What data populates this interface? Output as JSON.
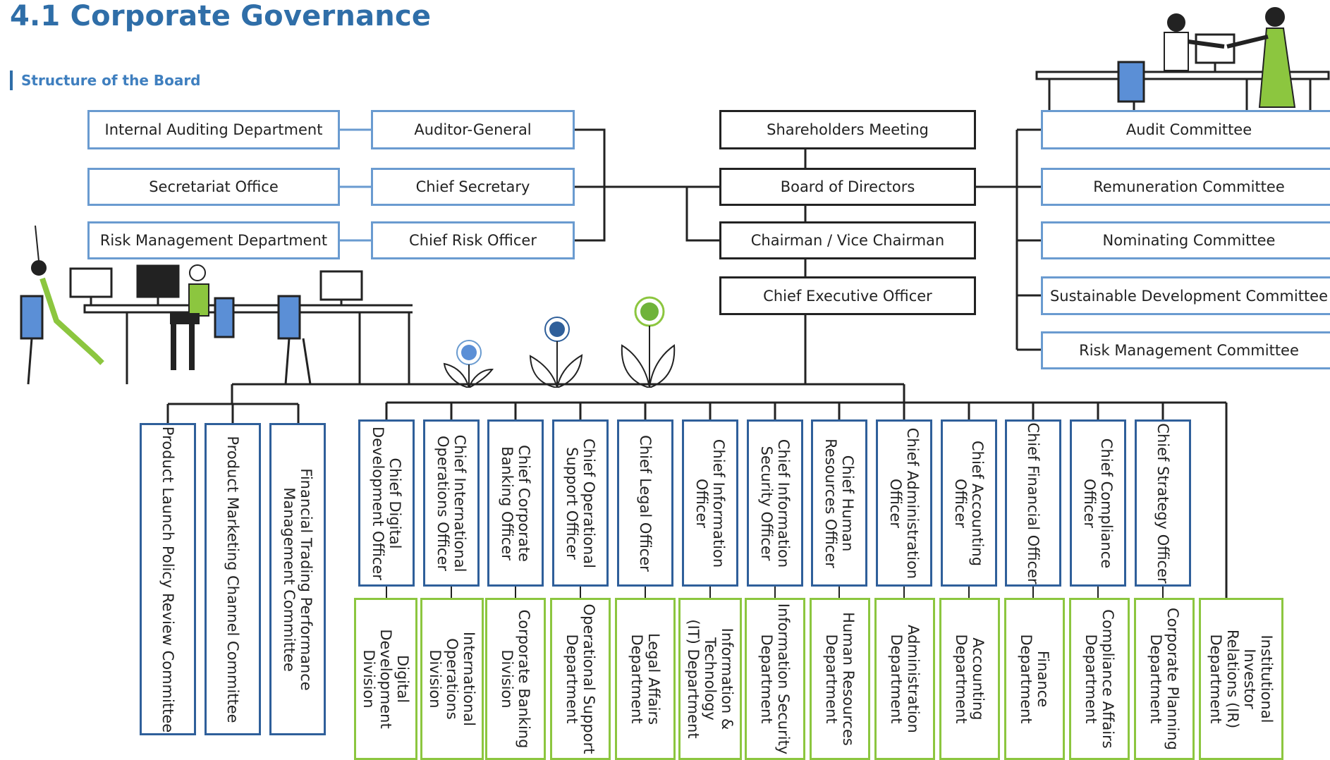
{
  "title": "4.1 Corporate Governance",
  "subtitle": "Structure of the Board",
  "left_departments": [
    "Internal Auditing Department",
    "Secretariat Office",
    "Risk Management Department"
  ],
  "left_officers": [
    "Auditor-General",
    "Chief Secretary",
    "Chief Risk Officer"
  ],
  "center": {
    "shareholders": "Shareholders Meeting",
    "board": "Board of Directors",
    "chairman": "Chairman / Vice Chairman",
    "ceo": "Chief Executive Officer"
  },
  "committees": [
    "Audit Committee",
    "Remuneration Committee",
    "Nominating Committee",
    "Sustainable Development Committee",
    "Risk Management Committee"
  ],
  "management_committees": [
    "Product Launch Policy Review Committee",
    "Product Marketing Channel Committee",
    "Financial Trading Performance\nManagement Committee"
  ],
  "officers": [
    "Chief Digital\nDevelopment Officer",
    "Chief International\nOperations Officer",
    "Chief Corporate\nBanking Officer",
    "Chief Operational\nSupport Officer",
    "Chief Legal Officer",
    "Chief Information\nOfficer",
    "Chief Information\nSecurity Officer",
    "Chief Human\nResources Officer",
    "Chief Administration\nOfficer",
    "Chief Accounting\nOfficer",
    "Chief Financial Officer",
    "Chief Compliance\nOfficer",
    "Chief Strategy Officer"
  ],
  "departments": [
    "Digital\nDevelopment\nDivision",
    "International\nOperations\nDivision",
    "Corporate Banking\nDivision",
    "Operational Support\nDepartment",
    "Legal Affairs\nDepartment",
    "Information &\nTechnology\n(IT) Department",
    "Information Security\nDepartment",
    "Human Resources\nDepartment",
    "Administration\nDepartment",
    "Accounting\nDepartment",
    "Finance\nDepartment",
    "Compliance Affairs\nDepartment",
    "Corporate Planning\nDepartment",
    "Institutional\nInvestor\nRelations (IR)\nDepartment"
  ],
  "colors": {
    "title": "#2f6ea8",
    "light_blue_border": "#6a9bd0",
    "dark_blue_border": "#2f5f9a",
    "green_border": "#8cc63f",
    "black_border": "#222222"
  },
  "icons": [
    "office-illustration",
    "plant-person-icon",
    "handshake-illustration"
  ]
}
